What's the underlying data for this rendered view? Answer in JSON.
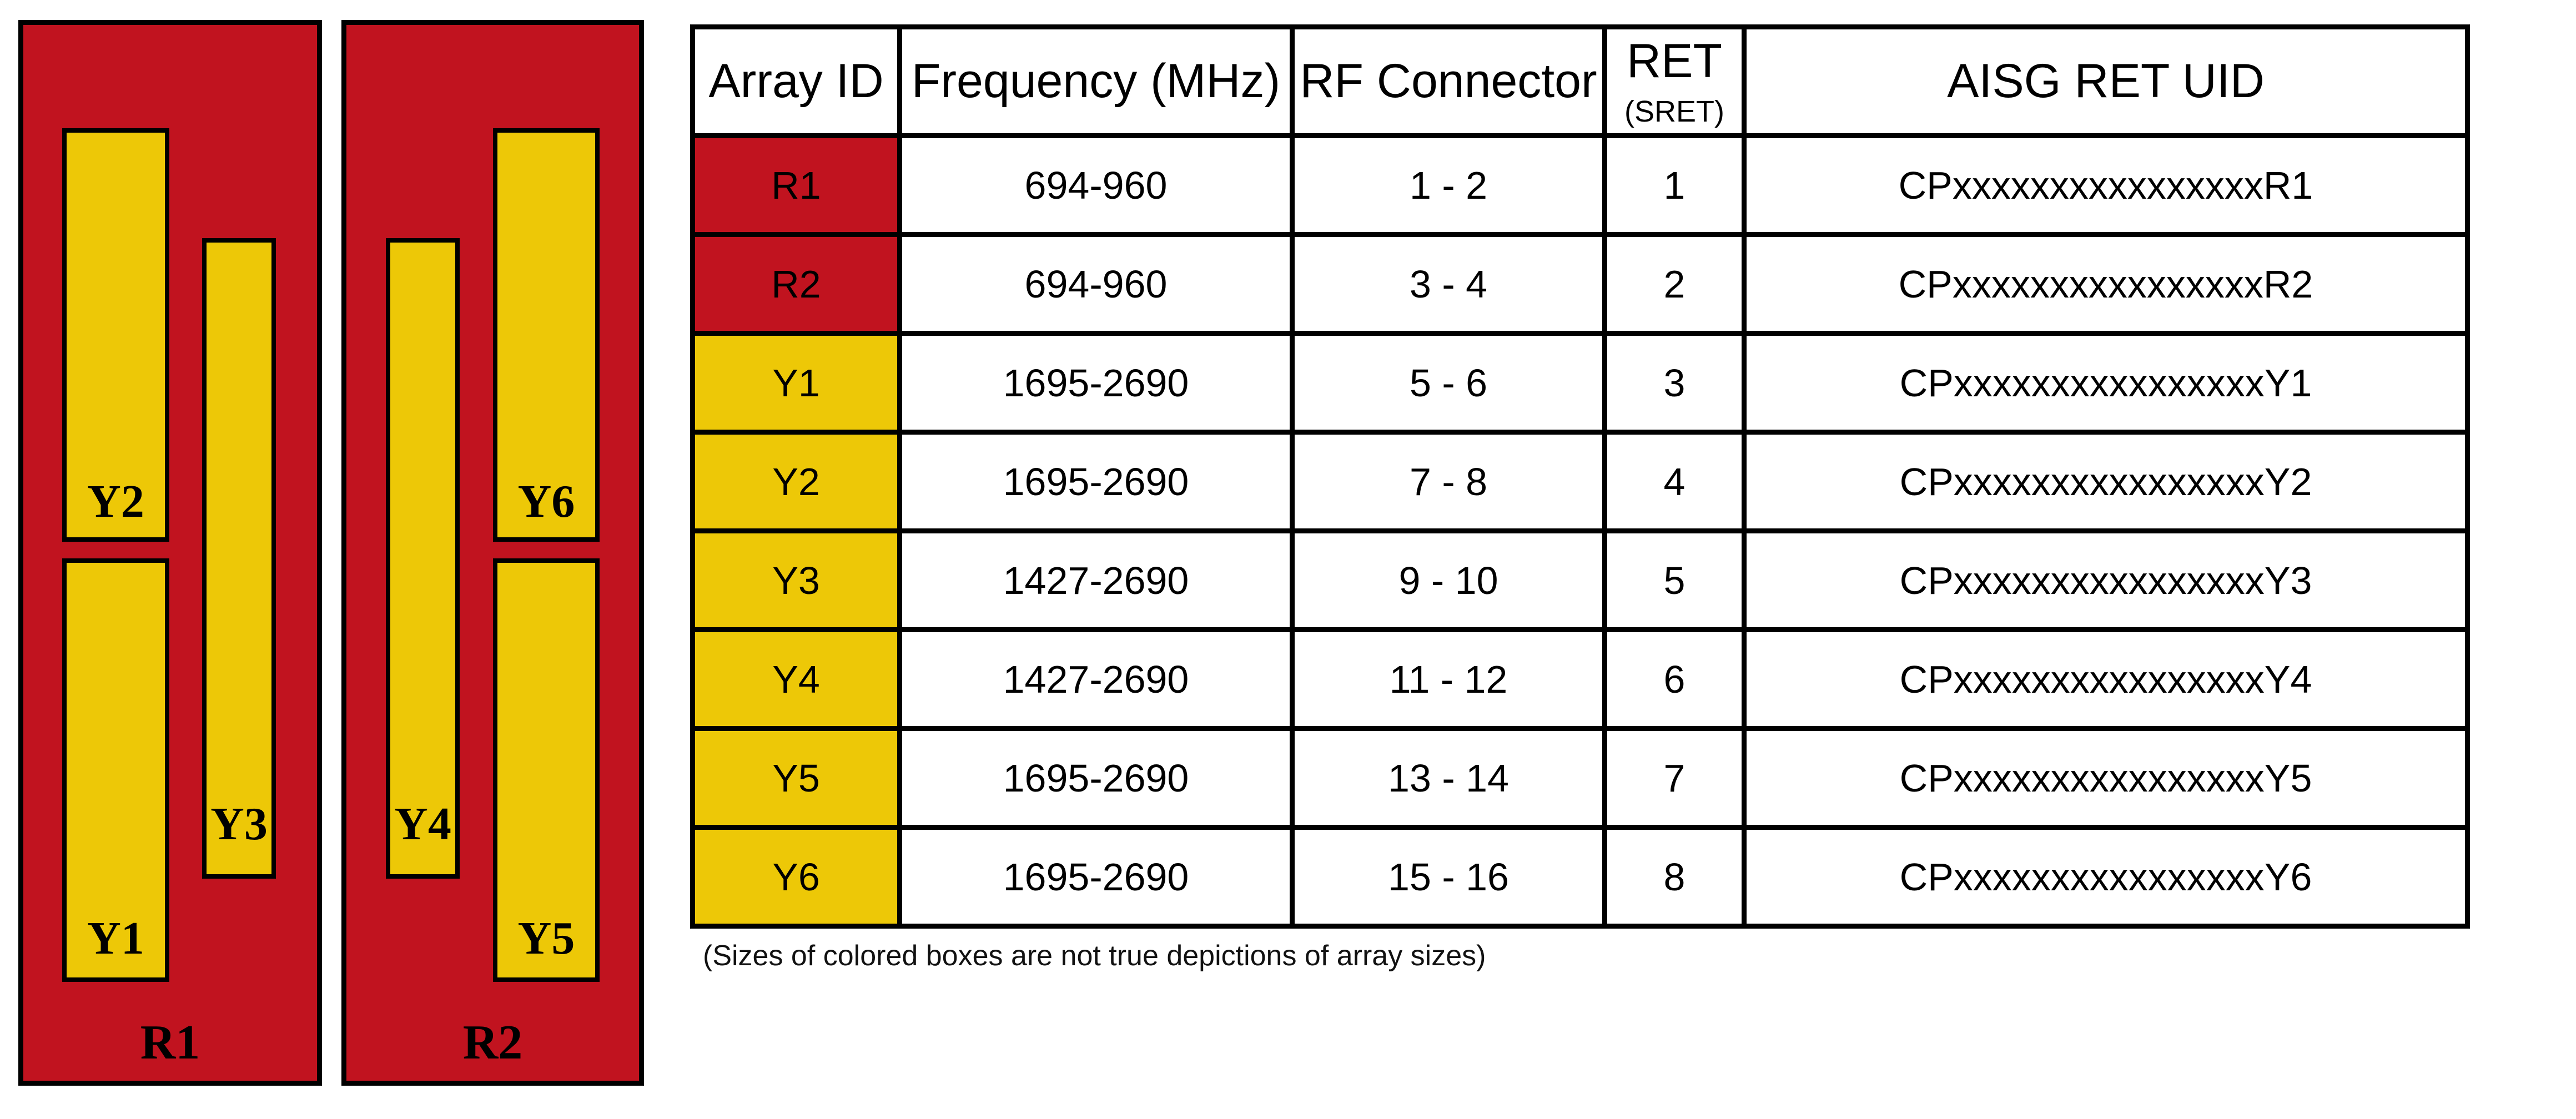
{
  "colors": {
    "red": "#C1131F",
    "yellow": "#EDC807",
    "line": "#000000",
    "background": "#FFFFFF"
  },
  "diagram": {
    "panels": [
      {
        "label": "R1",
        "color": "red",
        "boxes": [
          {
            "label": "Y2",
            "color": "yellow"
          },
          {
            "label": "Y3",
            "color": "yellow"
          },
          {
            "label": "Y1",
            "color": "yellow"
          }
        ]
      },
      {
        "label": "R2",
        "color": "red",
        "boxes": [
          {
            "label": "Y4",
            "color": "yellow"
          },
          {
            "label": "Y6",
            "color": "yellow"
          },
          {
            "label": "Y5",
            "color": "yellow"
          }
        ]
      }
    ]
  },
  "table": {
    "headers": {
      "array_id": "Array ID",
      "frequency": "Frequency (MHz)",
      "rf_connector": "RF Connector",
      "ret": "RET",
      "ret_sub": "(SRET)",
      "aisg_uid": "AISG RET UID"
    },
    "rows": [
      {
        "array_id": "R1",
        "color": "red",
        "frequency": "694-960",
        "rf_connector": "1 - 2",
        "ret": "1",
        "uid": "CPxxxxxxxxxxxxxxxxR1"
      },
      {
        "array_id": "R2",
        "color": "red",
        "frequency": "694-960",
        "rf_connector": "3 - 4",
        "ret": "2",
        "uid": "CPxxxxxxxxxxxxxxxxR2"
      },
      {
        "array_id": "Y1",
        "color": "yellow",
        "frequency": "1695-2690",
        "rf_connector": "5 - 6",
        "ret": "3",
        "uid": "CPxxxxxxxxxxxxxxxxY1"
      },
      {
        "array_id": "Y2",
        "color": "yellow",
        "frequency": "1695-2690",
        "rf_connector": "7 - 8",
        "ret": "4",
        "uid": "CPxxxxxxxxxxxxxxxxY2"
      },
      {
        "array_id": "Y3",
        "color": "yellow",
        "frequency": "1427-2690",
        "rf_connector": "9 - 10",
        "ret": "5",
        "uid": "CPxxxxxxxxxxxxxxxxY3"
      },
      {
        "array_id": "Y4",
        "color": "yellow",
        "frequency": "1427-2690",
        "rf_connector": "11 - 12",
        "ret": "6",
        "uid": "CPxxxxxxxxxxxxxxxxY4"
      },
      {
        "array_id": "Y5",
        "color": "yellow",
        "frequency": "1695-2690",
        "rf_connector": "13 - 14",
        "ret": "7",
        "uid": "CPxxxxxxxxxxxxxxxxY5"
      },
      {
        "array_id": "Y6",
        "color": "yellow",
        "frequency": "1695-2690",
        "rf_connector": "15 - 16",
        "ret": "8",
        "uid": "CPxxxxxxxxxxxxxxxxY6"
      }
    ]
  },
  "footnote": "(Sizes of colored boxes are not true depictions of array sizes)"
}
